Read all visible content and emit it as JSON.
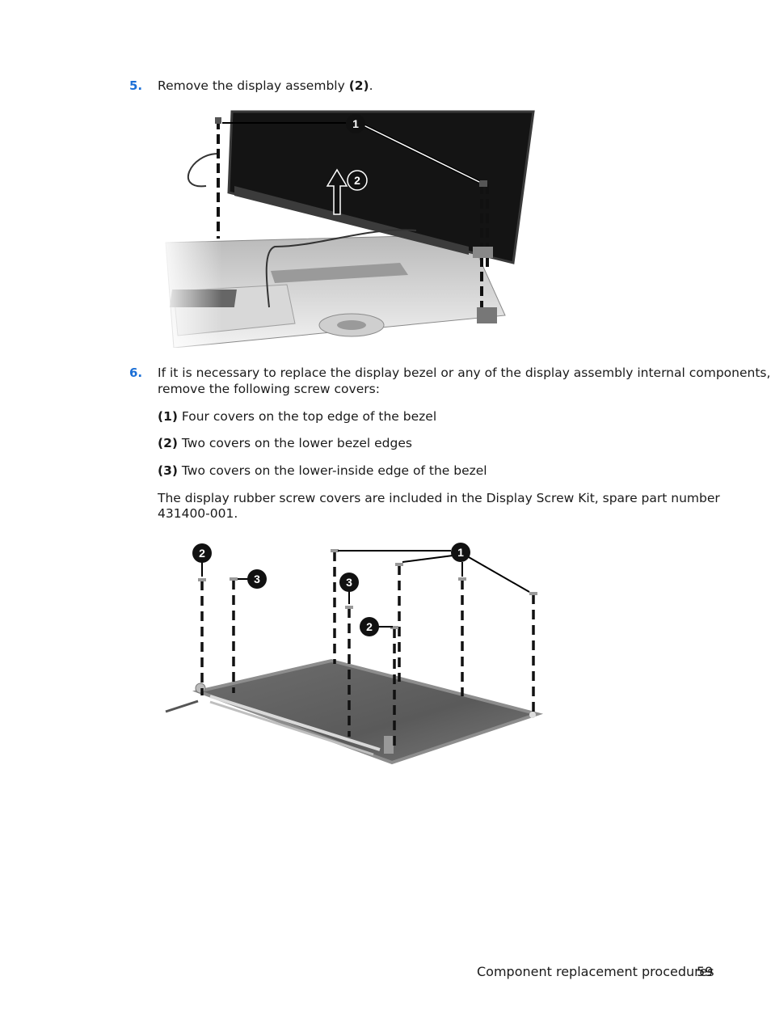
{
  "step5": {
    "number": "5.",
    "text": "Remove the display assembly ",
    "bold": "(2)",
    "end": "."
  },
  "figure1": {
    "callouts": [
      "1",
      "2"
    ]
  },
  "step6": {
    "number": "6.",
    "line1": "If it is necessary to replace the display bezel or any of the display assembly internal components,",
    "line2": "remove the following screw covers:",
    "items": [
      {
        "bold": "(1)",
        "text": " Four covers on the top edge of the bezel"
      },
      {
        "bold": "(2)",
        "text": " Two covers on the lower bezel edges"
      },
      {
        "bold": "(3)",
        "text": " Two covers on the lower-inside edge of the bezel"
      }
    ],
    "note_line1": "The display rubber screw covers are included in the Display Screw Kit, spare part number",
    "note_line2": "431400-001."
  },
  "figure2": {
    "callouts": [
      "2",
      "3",
      "1",
      "3",
      "2"
    ]
  },
  "footer": {
    "section": "Component replacement procedures",
    "page": "59"
  }
}
